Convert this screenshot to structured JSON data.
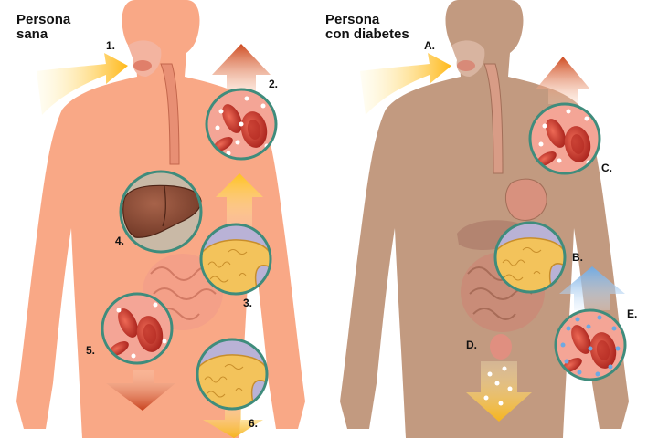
{
  "left_panel": {
    "title_line1": "Persona",
    "title_line2": "sana",
    "labels": [
      "1.",
      "2.",
      "3.",
      "4.",
      "5.",
      "6."
    ]
  },
  "right_panel": {
    "title_line1": "Persona",
    "title_line2": "con diabetes",
    "labels": [
      "A.",
      "B.",
      "C.",
      "D.",
      "E."
    ]
  },
  "colors": {
    "healthy_body": "#F9A886",
    "diabetic_body": "#C29A80",
    "liver": "#8A4A33",
    "pancreas": "#F2C35A",
    "blood_cell": "#C9302A",
    "inset_ring": "#3F8C7C",
    "arrow_yellow": "#FFC81E",
    "arrow_red": "#D0451E",
    "arrow_blue": "#7FB4E6"
  }
}
